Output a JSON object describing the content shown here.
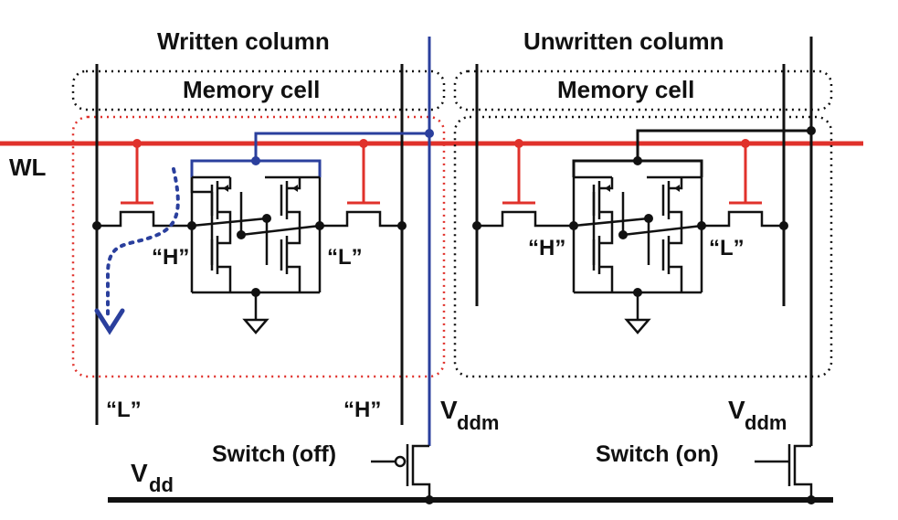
{
  "written_column": {
    "title": "Written column",
    "cell_label": "Memory cell",
    "node_left": "“H”",
    "node_right": "“L”",
    "bitline_left": "“L”",
    "bitline_right": "“H”",
    "supply_label_main": "V",
    "supply_label_sub": "ddm",
    "switch_label": "Switch (off)"
  },
  "unwritten_column": {
    "title": "Unwritten column",
    "cell_label": "Memory cell",
    "node_left": "“H”",
    "node_right": "“L”",
    "supply_label_main": "V",
    "supply_label_sub": "ddm",
    "switch_label": "Switch (on)"
  },
  "word_line_label": "WL",
  "vdd_label_main": "V",
  "vdd_label_sub": "dd",
  "colors": {
    "word_line": "#e0312b",
    "written_cell_boundary": "#e0312b",
    "vddm_line_written": "#2a3f9d",
    "write_current_arrow": "#2a3f9d",
    "wire": "#111111"
  }
}
